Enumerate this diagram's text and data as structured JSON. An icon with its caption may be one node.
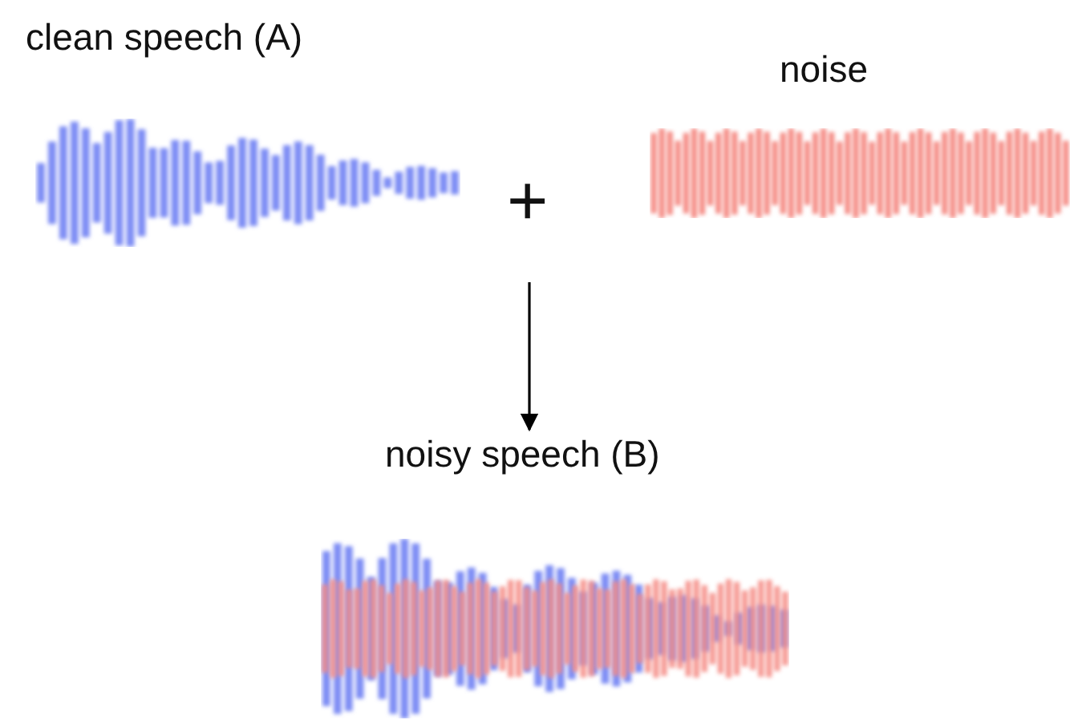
{
  "diagram": {
    "nodes": [
      {
        "text": [
          "clean speech (A)"
        ]
      },
      {
        "text": [
          "noise"
        ]
      },
      {
        "text": [
          "noisy speech (B)"
        ]
      }
    ],
    "edges": [
      {
        "from": null,
        "to": 2,
        "arrow": "to"
      }
    ],
    "labels": [
      "+"
    ]
  }
}
